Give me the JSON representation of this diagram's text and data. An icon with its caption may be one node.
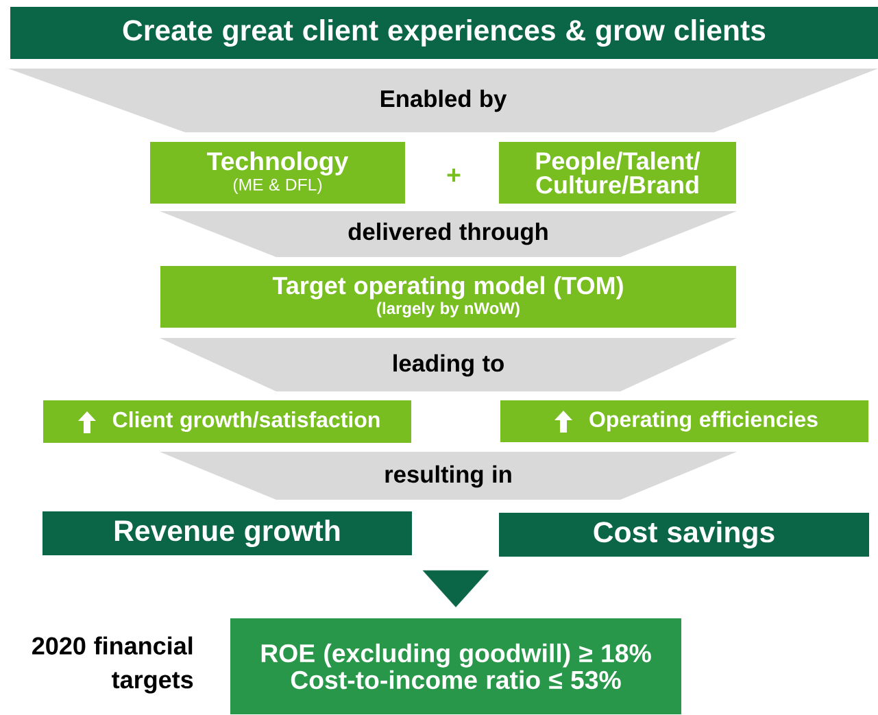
{
  "diagram": {
    "nodes": [
      {
        "text": [
          "Create great client experiences & grow clients"
        ]
      },
      {
        "text": [
          "Enabled by"
        ]
      },
      {
        "text": [
          "Technology",
          "(ME & DFL)"
        ]
      },
      {
        "text": [
          "People/Talent/ Culture/Brand"
        ]
      },
      {
        "text": [
          "delivered through"
        ]
      },
      {
        "text": [
          "Target operating model (TOM)",
          "(largely by nWoW)"
        ]
      },
      {
        "text": [
          "leading to"
        ]
      },
      {
        "text": [
          "Client growth/satisfaction"
        ]
      },
      {
        "text": [
          "Operating efficiencies"
        ]
      },
      {
        "text": [
          "resulting in"
        ]
      },
      {
        "text": [
          "Revenue growth"
        ]
      },
      {
        "text": [
          "Cost savings"
        ]
      },
      {
        "text": [
          "ROE (excluding goodwill) ≥ 18%",
          "Cost-to-income ratio ≤ 53%"
        ],
        "beside": [
          "2020 financial targets"
        ]
      }
    ],
    "edges": [
      {
        "from": null,
        "to": 12,
        "arrow": "to"
      }
    ],
    "labels": [
      "+"
    ]
  }
}
